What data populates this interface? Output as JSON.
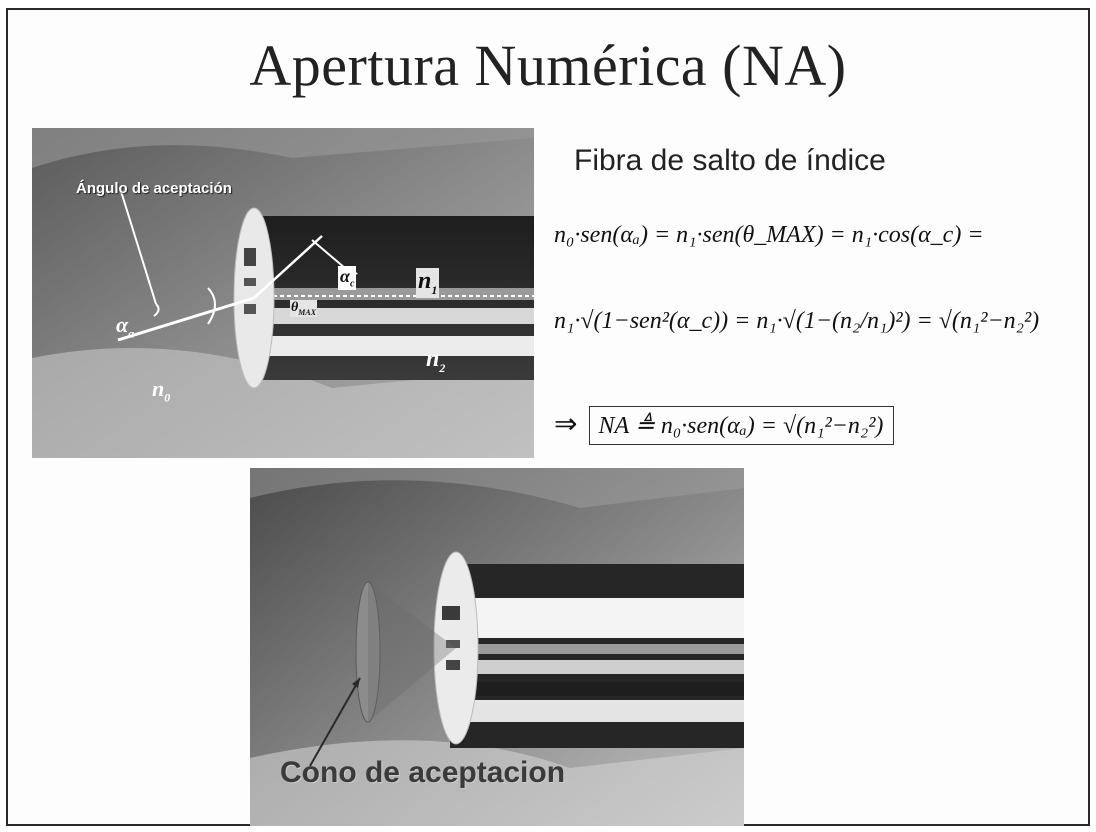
{
  "slide": {
    "title": "Apertura Numérica (NA)",
    "subtitle": "Fibra de salto de índice"
  },
  "photo1": {
    "label_angle": "Ángulo de aceptación",
    "sym_alpha_a": "α",
    "sym_alpha_a_sub": "a",
    "sym_alpha_c": "α",
    "sym_alpha_c_sub": "c",
    "sym_theta": "θ",
    "sym_theta_sub": "MAX",
    "sym_n0": "n",
    "sym_n0_sub": "0",
    "sym_n1": "n",
    "sym_n1_sub": "1",
    "sym_n2": "n",
    "sym_n2_sub": "2"
  },
  "photo2": {
    "label_cone": "Cono de aceptacion"
  },
  "equations": {
    "line1": "n₀·sen(αₐ) = n₁·sen(θ_MAX) = n₁·cos(α_c) =",
    "line2": "n₁·√(1−sen²(α_c)) = n₁·√(1−(n₂/n₁)²) = √(n₁²−n₂²)",
    "line3_arrow": "⇒",
    "line3_boxed": "NA ≜ n₀·sen(αₐ) = √(n₁²−n₂²)"
  }
}
